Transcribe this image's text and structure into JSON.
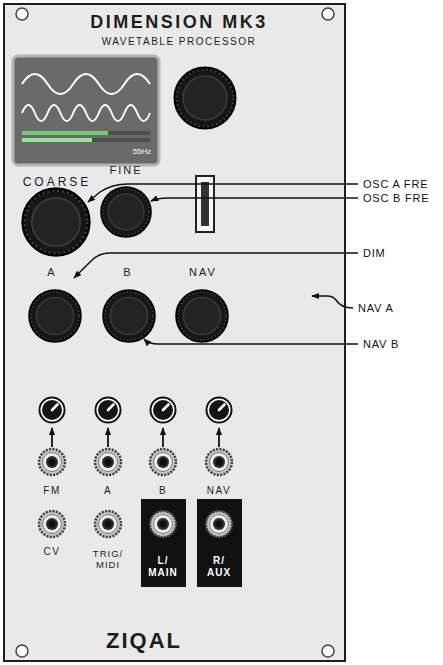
{
  "diagram": {
    "nodes": [
      {
        "text": [
          "DIMENSION MK3",
          "WAVETABLE PROCESSOR",
          "ZIQAL"
        ]
      },
      {
        "text": [
          "55Hz"
        ],
        "in": 0
      },
      {
        "text": [
          "L/ MAIN"
        ],
        "in": 0
      },
      {
        "text": [
          "R/ AUX"
        ],
        "in": 0
      }
    ],
    "labels": [
      "COARSE",
      "FINE",
      "A",
      "B",
      "NAV",
      "FM",
      "A",
      "B",
      "NAV",
      "CV",
      "TRIG/ MIDI",
      "OSC A FRE",
      "OSC B FRE",
      "DIM",
      "NAV A",
      "NAV B"
    ]
  }
}
